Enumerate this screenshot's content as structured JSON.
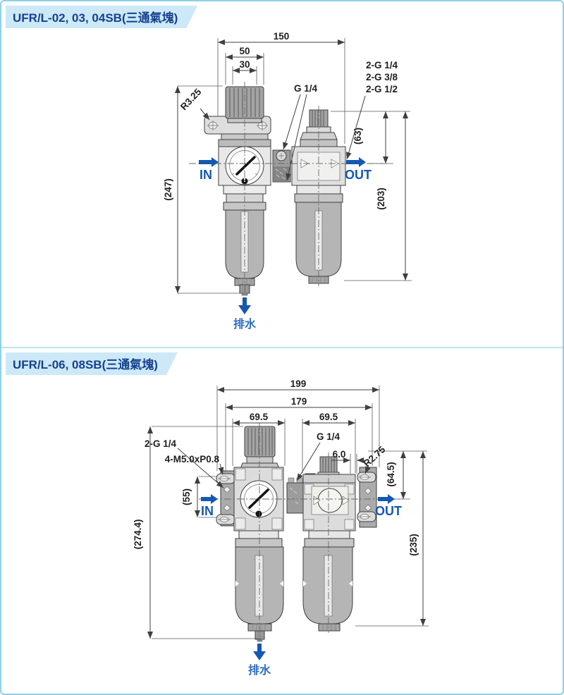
{
  "page": {
    "frame_color": "#8fd0e6",
    "banner_bg": "#cde9f7",
    "header_text_color": "#15418f",
    "accent_blue": "#1558b0"
  },
  "panels": [
    {
      "header": "UFR/L-02, 03, 04SB(三通氣塊)",
      "labels": {
        "w150": "150",
        "w50": "50",
        "w30": "30",
        "h247": "(247)",
        "h63": "(63)",
        "h203": "(203)",
        "r": "R3.25",
        "g14": "G 1/4",
        "ports": [
          "2-G 1/4",
          "2-G 3/8",
          "2-G 1/2"
        ],
        "in": "IN",
        "out": "OUT",
        "drain": "排水"
      }
    },
    {
      "header": "UFR/L-06, 08SB(三通氣塊)",
      "labels": {
        "w199": "199",
        "w179": "179",
        "w695_left": "69.5",
        "w695_right": "69.5",
        "h2744": "(274.4)",
        "h55": "(55)",
        "h645": "(64.5)",
        "h235": "(235)",
        "w6": "6.0",
        "r": "R2.75",
        "g14": "G 1/4",
        "ports": "2-G 1/4",
        "mount": "4-M5.0xP0.8",
        "in": "IN",
        "out": "OUT",
        "drain": "排水"
      }
    }
  ]
}
